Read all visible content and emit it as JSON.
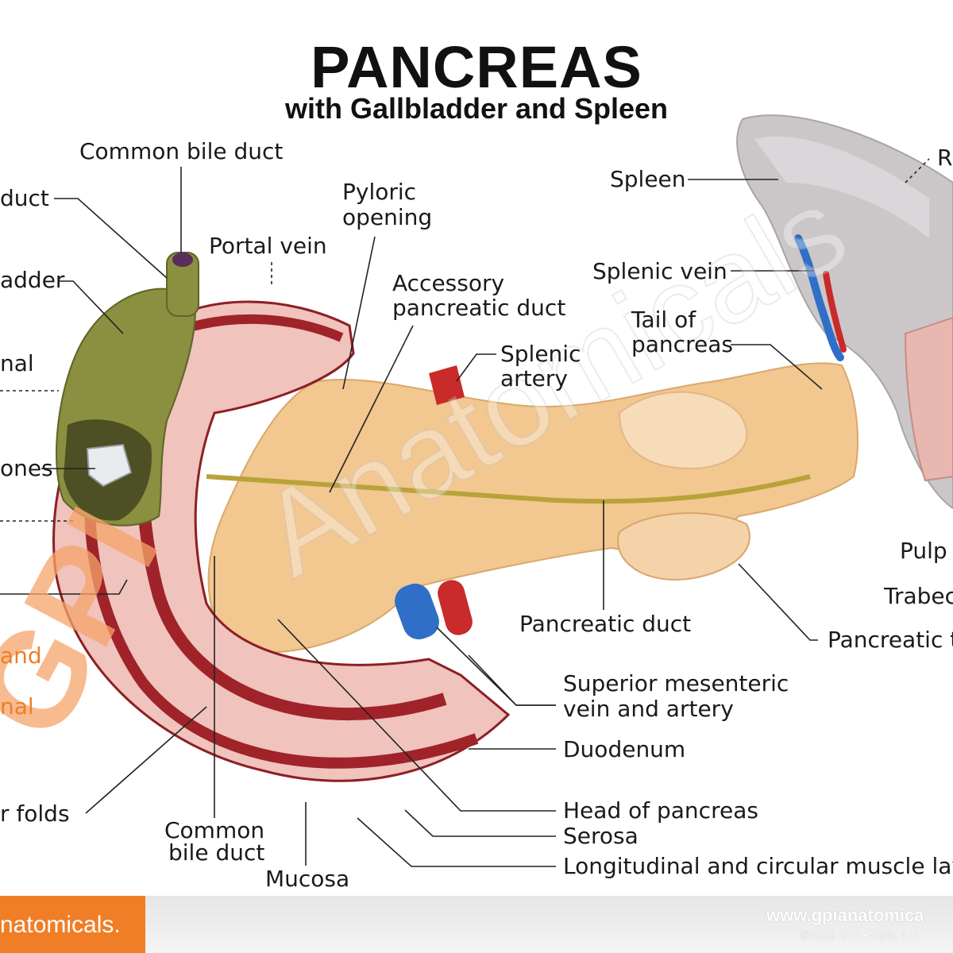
{
  "title": "PANCREAS",
  "subtitle": "with Gallbladder and Spleen",
  "labels": {
    "common_bile_duct_top": "Common bile duct",
    "duct_left": "duct",
    "bladder_left": "adder",
    "nal_left": "nal",
    "stones_left": "ones",
    "and_left": "and",
    "nal_left2": "nal",
    "folds_left": "r folds",
    "portal_vein": "Portal vein",
    "pyloric": "Pyloric",
    "opening": "opening",
    "accessory": "Accessory",
    "pancreatic_duct_acc": "pancreatic duct",
    "splenic_artery_1": "Splenic",
    "splenic_artery_2": "artery",
    "spleen": "Spleen",
    "splenic_vein": "Splenic vein",
    "tail_1": "Tail of",
    "tail_2": "pancreas",
    "r_right": "R",
    "pulp": "Pulp",
    "trabec": "Trabec",
    "pancreatic_duct": "Pancreatic duct",
    "pancreatic_t": "Pancreatic t",
    "sup_mes_1": "Superior mesenteric",
    "sup_mes_2": "vein and artery",
    "duodenum": "Duodenum",
    "head": "Head of pancreas",
    "serosa": "Serosa",
    "longitudinal": "Longitudinal and circular muscle lay",
    "mucosa": "Mucosa",
    "common_bile_1": "Common",
    "common_bile_2": "bile duct"
  },
  "watermark": {
    "gpi": "GPI",
    "anatomicals": "Anatomicals"
  },
  "footer": {
    "brand": "natomicals.",
    "url": "www.gpianatomica",
    "copyright": "©1999 GPI • Vers. 1 P"
  },
  "colors": {
    "brand_orange": "#f07e26",
    "pancreas": "#f2c790",
    "duodenum_wall": "#a0232a",
    "gallbladder": "#8a9040",
    "spleen": "#c8c4c6"
  }
}
